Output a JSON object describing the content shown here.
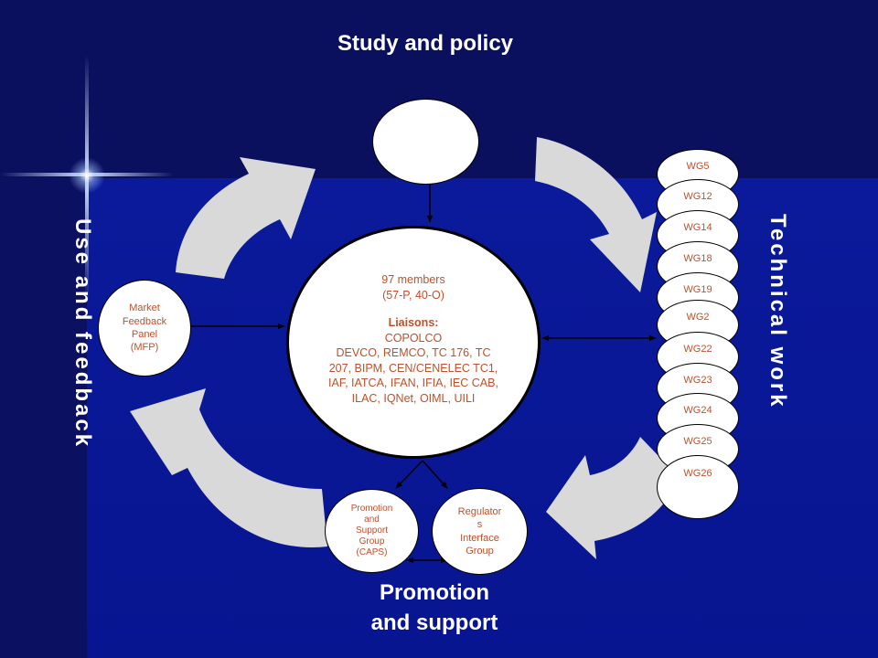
{
  "headings": {
    "study_policy": "Study and policy",
    "technical_work": "Technical work",
    "use_feedback": "Use and feedback",
    "promotion_line1": "Promotion",
    "promotion_line2": "and support"
  },
  "center": {
    "members_line1": "97 members",
    "members_line2": "(57-P, 40-O)",
    "liaisons_label": "Liaisons:",
    "liaisons_line1": "COPOLCO",
    "liaisons_line2": "DEVCO, REMCO, TC 176, TC",
    "liaisons_line3": "207, BIPM, CEN/CENELEC TC1,",
    "liaisons_line4": "IAF, IATCA, IFAN, IFIA, IEC CAB,",
    "liaisons_line5": "ILAC, IQNet, OIML, UILI"
  },
  "mfp": [
    "Market",
    "Feedback",
    "Panel",
    "(MFP)"
  ],
  "caps": [
    "Promotion",
    "and",
    "Support",
    "Group",
    "(CAPS)"
  ],
  "rig": [
    "Regulator",
    "s",
    "Interface",
    "Group"
  ],
  "working_groups": [
    "WG5",
    "WG12",
    "WG14",
    "WG18",
    "WG19",
    "WG2",
    "WG22",
    "WG23",
    "WG24",
    "WG25",
    "WG26"
  ],
  "colors": {
    "text_orange": "#c0502a",
    "arrow_gray": "#d9d9d9",
    "bg_dark": "#0a0f5e",
    "bg_blue": "#0a1a9a"
  }
}
